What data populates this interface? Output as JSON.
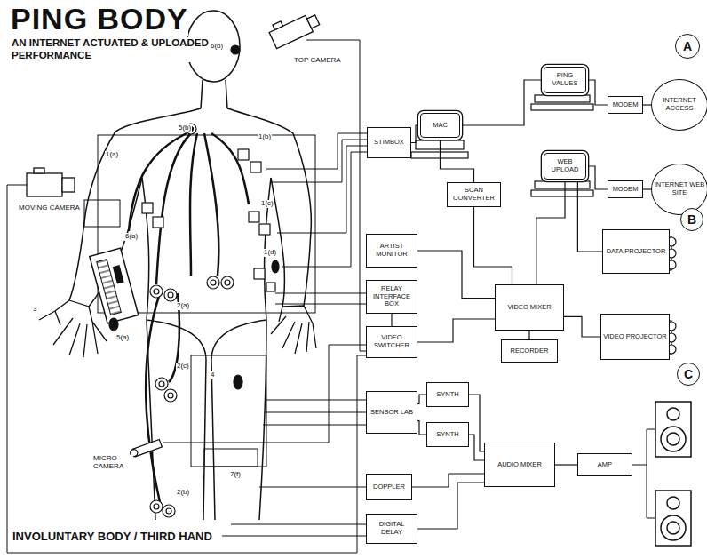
{
  "diagram": {
    "title": "PING BODY",
    "caption": "INVOLUNTARY BODY / THIRD HAND",
    "nodes": [
      {
        "text": [
          "STIMBOX"
        ]
      },
      {
        "text": [
          "MAC"
        ]
      },
      {
        "text": [
          "PING VALUES"
        ]
      },
      {
        "text": [
          "MODEM"
        ]
      },
      {
        "text": [
          "INTERNET ACCESS"
        ]
      },
      {
        "text": [
          "A"
        ]
      },
      {
        "text": [
          "SCAN CONVERTER"
        ]
      },
      {
        "text": [
          "WEB UPLOAD"
        ]
      },
      {
        "text": [
          "MODEM"
        ]
      },
      {
        "text": [
          "INTERNET WEB SITE"
        ]
      },
      {
        "text": [
          "ARTIST MONITOR"
        ]
      },
      {
        "text": [
          "DATA PROJECTOR"
        ]
      },
      {
        "text": [
          "B"
        ]
      },
      {
        "text": [
          "RELAY INTERFACE BOX"
        ]
      },
      {
        "text": [
          "VIDEO MIXER"
        ]
      },
      {
        "text": [
          "VIDEO SWITCHER"
        ]
      },
      {
        "text": [
          "VIDEO PROJECTOR"
        ]
      },
      {
        "text": [
          "RECORDER"
        ]
      },
      {
        "text": [
          "C"
        ]
      },
      {
        "text": [
          "SENSOR LAB"
        ]
      },
      {
        "text": [
          "SYNTH"
        ]
      },
      {
        "text": [
          "SYNTH"
        ]
      },
      {
        "text": [
          "AUDIO MIXER"
        ]
      },
      {
        "text": [
          "AMP"
        ]
      },
      {
        "text": [
          "DOPPLER"
        ]
      },
      {
        "text": [
          "DIGITAL DELAY"
        ]
      }
    ],
    "edges": [
      {
        "from": 0,
        "to": 1,
        "arrow": "none"
      },
      {
        "from": 1,
        "to": 2,
        "arrow": "none"
      },
      {
        "from": 2,
        "to": 3,
        "arrow": "none"
      },
      {
        "from": 3,
        "to": 4,
        "arrow": "none"
      },
      {
        "from": 1,
        "to": 6,
        "arrow": "none"
      },
      {
        "from": 6,
        "to": 14,
        "arrow": "none"
      },
      {
        "from": 14,
        "to": 7,
        "arrow": "none"
      },
      {
        "from": 7,
        "to": 8,
        "arrow": "none"
      },
      {
        "from": 8,
        "to": 9,
        "arrow": "none"
      },
      {
        "from": 7,
        "to": 11,
        "arrow": "none"
      },
      {
        "from": 10,
        "to": 14,
        "arrow": "none"
      },
      {
        "from": 15,
        "to": 14,
        "arrow": "none"
      },
      {
        "from": 13,
        "to": 15,
        "arrow": "none"
      },
      {
        "from": 14,
        "to": 16,
        "arrow": "none"
      },
      {
        "from": 14,
        "to": 17,
        "arrow": "none"
      },
      {
        "from": 19,
        "to": 20,
        "arrow": "none"
      },
      {
        "from": 19,
        "to": 21,
        "arrow": "none"
      },
      {
        "from": 20,
        "to": 22,
        "arrow": "none"
      },
      {
        "from": 21,
        "to": 22,
        "arrow": "none"
      },
      {
        "from": 24,
        "to": 22,
        "arrow": "none"
      },
      {
        "from": 25,
        "to": 22,
        "arrow": "none"
      },
      {
        "from": 22,
        "to": 23,
        "arrow": "none"
      }
    ],
    "labels": [
      "AN INTERNET ACTUATED & UPLOADED PERFORMANCE",
      "TOP CAMERA",
      "MOVING CAMERA",
      "6(b)",
      "5(b)",
      "1(a)",
      "1(b)",
      "1(c)",
      "1(d)",
      "6(a)",
      "2(a)",
      "5(a)",
      "3",
      "2(c)",
      "4",
      "MICRO CAMERA",
      "2(b)",
      "7(f)"
    ]
  }
}
